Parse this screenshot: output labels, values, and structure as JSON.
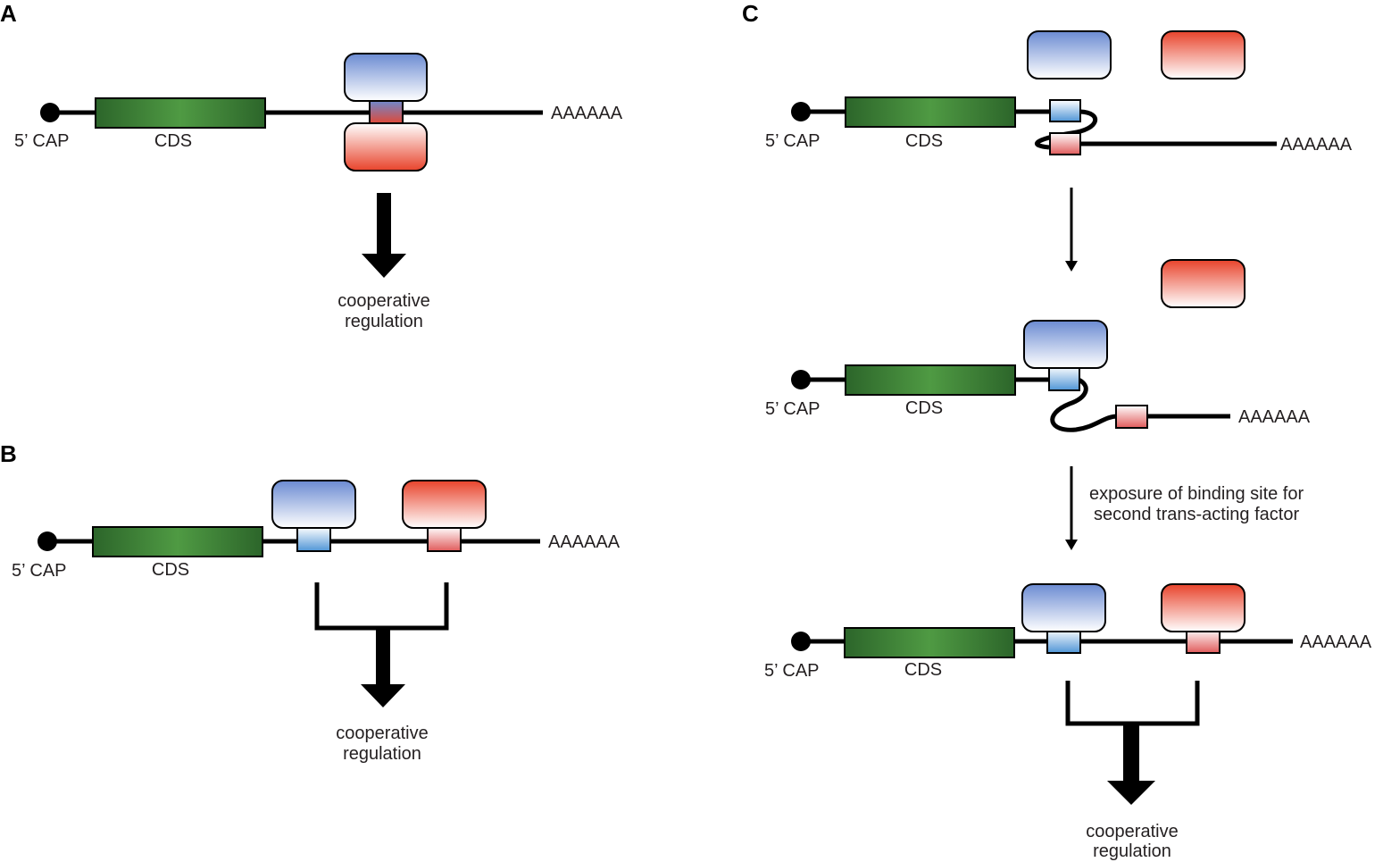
{
  "panels": {
    "A": {
      "letter": "A",
      "cap_label": "5’ CAP",
      "cds_label": "CDS",
      "polya_label": "AAAAAA",
      "outcome_line1": "cooperative",
      "outcome_line2": "regulation"
    },
    "B": {
      "letter": "B",
      "cap_label": "5’ CAP",
      "cds_label": "CDS",
      "polya_label": "AAAAAA",
      "outcome_line1": "cooperative",
      "outcome_line2": "regulation"
    },
    "C": {
      "letter": "C",
      "step1": {
        "cap_label": "5’ CAP",
        "cds_label": "CDS",
        "polya_label": "AAAAAA"
      },
      "step2": {
        "cap_label": "5’ CAP",
        "cds_label": "CDS",
        "polya_label": "AAAAAA"
      },
      "step3": {
        "cap_label": "5’ CAP",
        "cds_label": "CDS",
        "polya_label": "AAAAAA"
      },
      "transition_line1": "exposure of binding site for",
      "transition_line2": "second trans-acting factor",
      "outcome_line1": "cooperative",
      "outcome_line2": "regulation"
    }
  },
  "colors": {
    "cds_dark": "#2f6b2c",
    "cds_light": "#4f9a43",
    "blue_factor": "#6d8fd4",
    "red_factor": "#e8452e",
    "blue_site": "#5a9ad8",
    "red_site": "#e36a6a"
  }
}
